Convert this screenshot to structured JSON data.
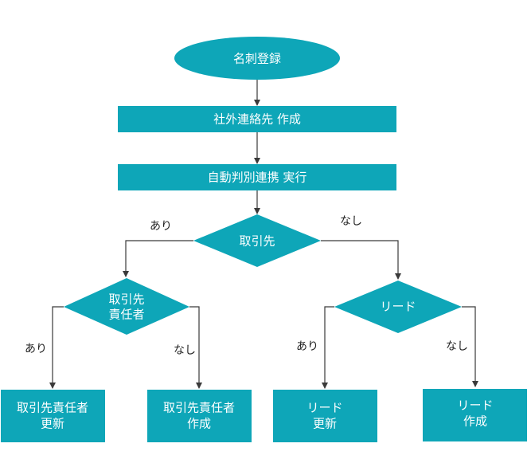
{
  "colors": {
    "node": "#0ea6b8",
    "edge": "#3a3a3a",
    "text": "#ffffff",
    "label": "#222222"
  },
  "nodes": {
    "start": {
      "lines": [
        "名刺登録"
      ]
    },
    "create_contact": {
      "lines": [
        "社外連絡先 作成"
      ]
    },
    "auto_match": {
      "lines": [
        "自動判別連携 実行"
      ]
    },
    "is_account": {
      "lines": [
        "取引先"
      ]
    },
    "is_account_owner": {
      "lines": [
        "取引先",
        "責任者"
      ]
    },
    "is_lead": {
      "lines": [
        "リード"
      ]
    },
    "update_owner": {
      "lines": [
        "取引先責任者",
        "更新"
      ]
    },
    "create_owner": {
      "lines": [
        "取引先責任者",
        "作成"
      ]
    },
    "update_lead": {
      "lines": [
        "リード",
        "更新"
      ]
    },
    "create_lead": {
      "lines": [
        "リード",
        "作成"
      ]
    }
  },
  "edge_labels": {
    "account_yes": "あり",
    "account_no": "なし",
    "owner_yes": "あり",
    "owner_no": "なし",
    "lead_yes": "あり",
    "lead_no": "なし"
  }
}
